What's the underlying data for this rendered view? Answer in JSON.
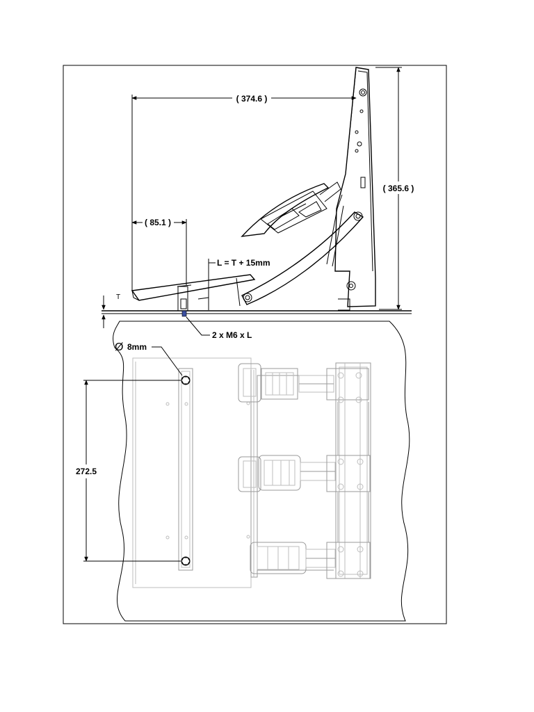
{
  "dimensions": {
    "overall_length": "( 374.6 )",
    "overall_height": "( 365.6 )",
    "front_offset": "( 85.1 )",
    "bolt_length": "L = T + 15mm",
    "thickness": "T",
    "bolts": "2 x M6 x L",
    "hole_diameter": "8mm",
    "hole_spacing": "272.5"
  },
  "symbols": {
    "diameter": "Ø"
  }
}
